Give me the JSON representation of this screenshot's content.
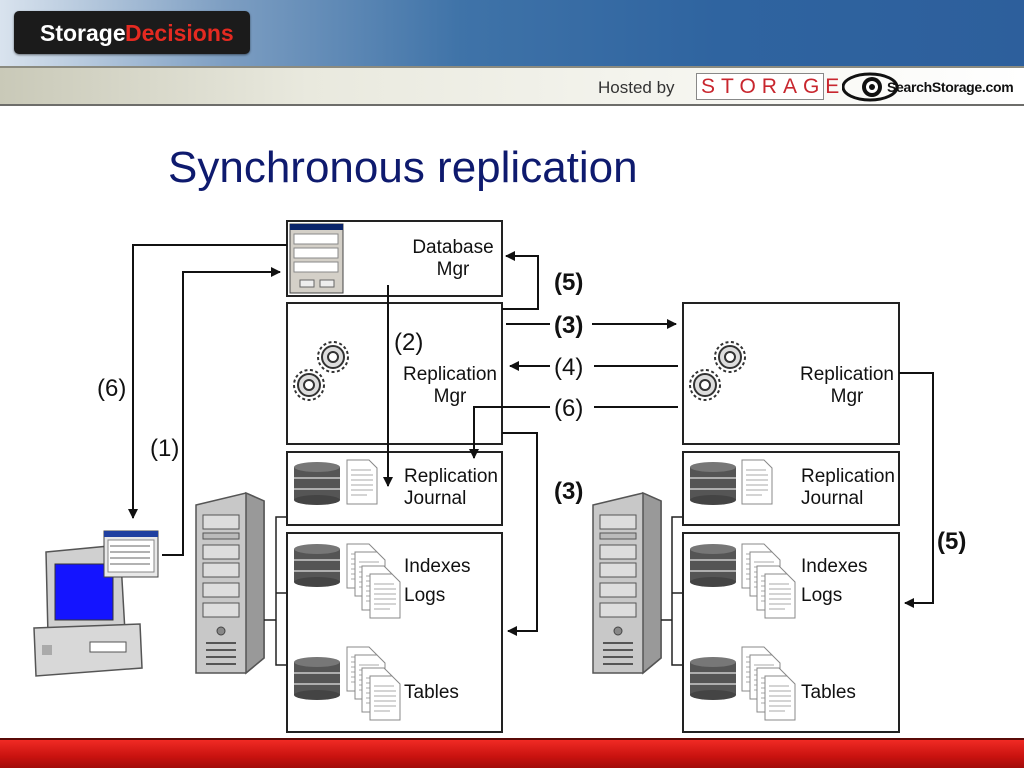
{
  "header": {
    "logo_part1": "Storage",
    "logo_part2": "Decisions",
    "hosted_by": "Hosted by",
    "storage_logo": "STORAGE",
    "searchstorage_logo": "SearchStorage.com"
  },
  "title": "Synchronous replication",
  "colors": {
    "title": "#0e1a6e",
    "logo_red": "#e42a21",
    "footer": "#d41a16",
    "monitor_screen": "#1414ff"
  },
  "diagram": {
    "primary": {
      "database_mgr": "Database\nMgr",
      "replication_mgr": "Replication\nMgr",
      "replication_journal": "Replication\nJournal",
      "indexes_logs": "Indexes\nLogs",
      "tables": "Tables"
    },
    "secondary": {
      "replication_mgr": "Replication\nMgr",
      "replication_journal": "Replication\nJournal",
      "indexes_logs": "Indexes\nLogs",
      "tables": "Tables"
    },
    "steps": {
      "s1": "(1)",
      "s2": "(2)",
      "s3_top": "(3)",
      "s3_mid": "(3)",
      "s4": "(4)",
      "s5_top": "(5)",
      "s5_right": "(5)",
      "s6_left": "(6)",
      "s6_mid": "(6)"
    },
    "icons": [
      "database-cylinder-icon",
      "document-stack-icon",
      "gear-icon",
      "server-tower-icon",
      "desktop-computer-icon",
      "app-window-icon"
    ]
  }
}
